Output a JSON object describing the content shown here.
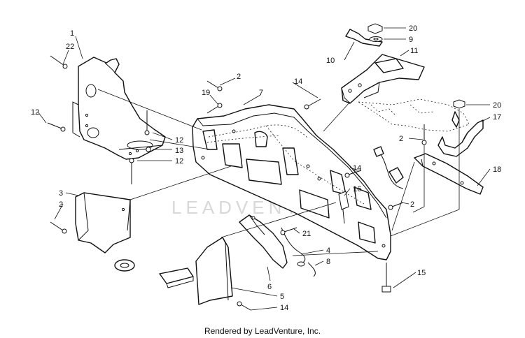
{
  "watermark": "LEADVENTURE",
  "footer": "Rendered by LeadVenture, Inc.",
  "callouts": {
    "c1": "1",
    "c22": "22",
    "c12a": "12",
    "c12b": "12",
    "c12c": "12",
    "c13": "13",
    "c2a": "2",
    "c19": "19",
    "c7": "7",
    "c14a": "14",
    "c20a": "20",
    "c9": "9",
    "c10": "10",
    "c11": "11",
    "c20b": "20",
    "c17": "17",
    "c2b": "2",
    "c18": "18",
    "c3": "3",
    "c2c": "2",
    "c14b": "14",
    "c16": "16",
    "c2d": "2",
    "c21": "21",
    "c4": "4",
    "c8": "8",
    "c6": "6",
    "c5": "5",
    "c14c": "14",
    "c15": "15"
  }
}
